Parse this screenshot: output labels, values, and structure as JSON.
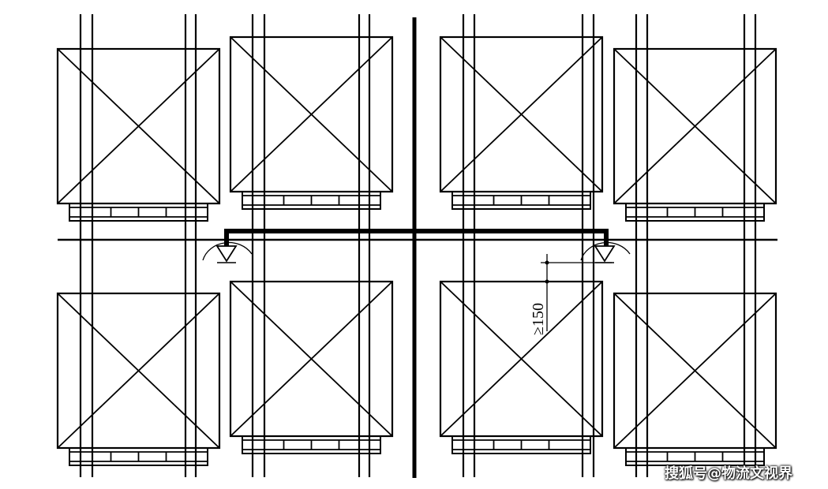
{
  "dimension": {
    "label": "≥150",
    "value_mm": 150
  },
  "watermark": "搜狐号@物流文视界",
  "colors": {
    "line": "#000000",
    "background": "#ffffff"
  }
}
